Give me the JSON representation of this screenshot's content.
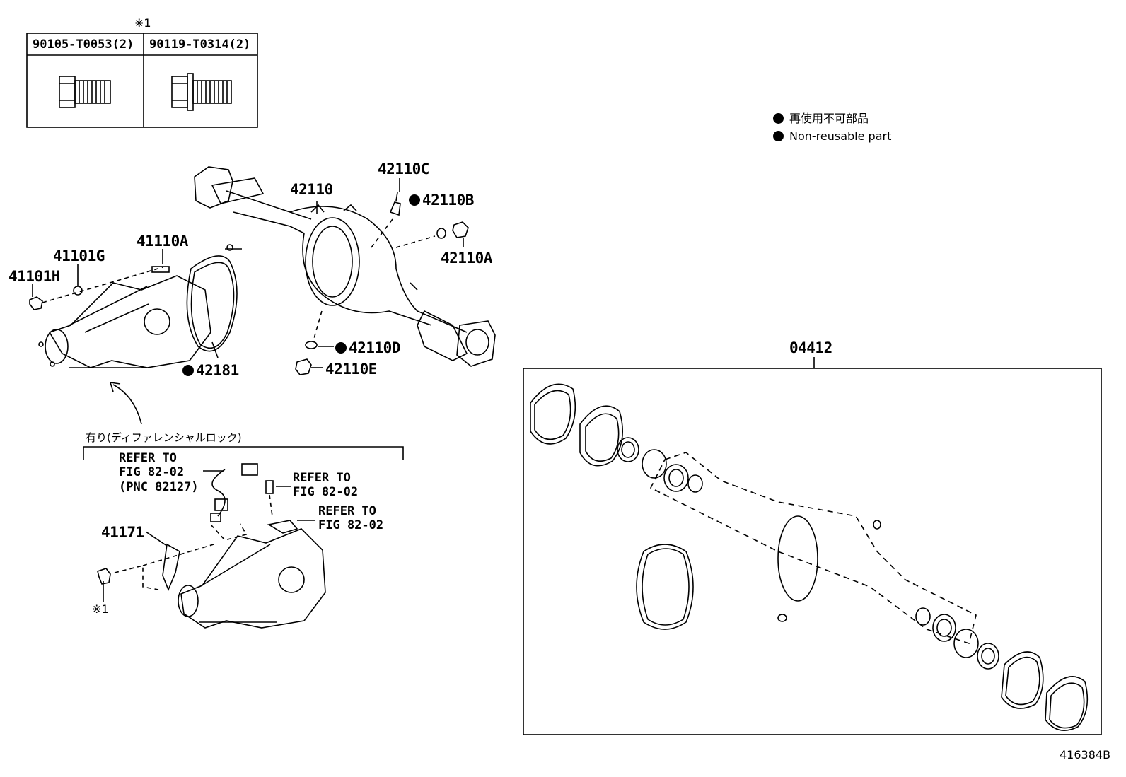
{
  "table": {
    "note_mark": "※1",
    "cols": [
      {
        "part": "90105-T0053(2)"
      },
      {
        "part": "90119-T0314(2)"
      }
    ]
  },
  "legend": {
    "jp": "再使用不可部品",
    "en": "Non-reusable part"
  },
  "labels": {
    "p42110C": "42110C",
    "p42110": "42110",
    "p42110B": "42110B",
    "p42110A": "42110A",
    "p41110A": "41110A",
    "p41101G": "41101G",
    "p41101H": "41101H",
    "p42181": "42181",
    "p42110D": "42110D",
    "p42110E": "42110E",
    "p04412": "04412",
    "p41171": "41171",
    "note_mark": "※1"
  },
  "option": {
    "jp": "有り(ディファレンシャルロック)",
    "refer1": [
      "REFER TO",
      "FIG 82-02",
      "(PNC 82127)"
    ],
    "refer2": [
      "REFER TO",
      "FIG 82-02"
    ],
    "refer3": [
      "REFER TO",
      "FIG 82-02"
    ]
  },
  "figure_code": "416384B"
}
